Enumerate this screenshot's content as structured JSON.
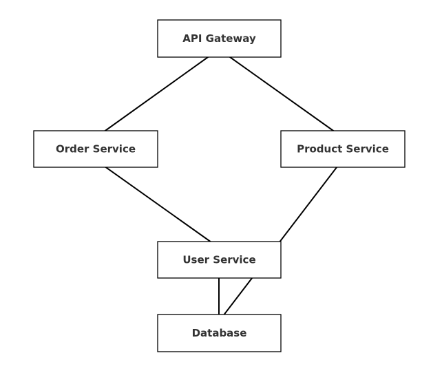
{
  "diagram": {
    "nodes": [
      {
        "id": "api-gateway",
        "label": "API Gateway"
      },
      {
        "id": "order-service",
        "label": "Order Service"
      },
      {
        "id": "product-service",
        "label": "Product Service"
      },
      {
        "id": "user-service",
        "label": "User Service"
      },
      {
        "id": "database",
        "label": "Database"
      }
    ],
    "edges": [
      {
        "from": "api-gateway",
        "to": "order-service"
      },
      {
        "from": "api-gateway",
        "to": "product-service"
      },
      {
        "from": "order-service",
        "to": "user-service"
      },
      {
        "from": "product-service",
        "to": "database"
      },
      {
        "from": "user-service",
        "to": "database"
      }
    ]
  }
}
